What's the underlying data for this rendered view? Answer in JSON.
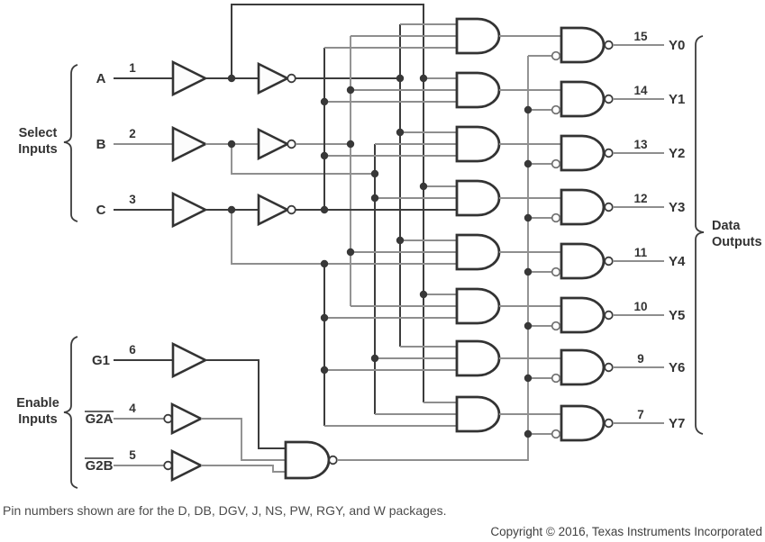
{
  "device": "3-line to 8-line decoder logic diagram",
  "select_inputs": {
    "brace_label": [
      "Select",
      "Inputs"
    ],
    "rows": [
      {
        "name": "A",
        "pin": "1"
      },
      {
        "name": "B",
        "pin": "2"
      },
      {
        "name": "C",
        "pin": "3"
      }
    ]
  },
  "enable_inputs": {
    "brace_label": [
      "Enable",
      "Inputs"
    ],
    "rows": [
      {
        "name": "G1",
        "pin": "6",
        "overline": false
      },
      {
        "name": "G2A",
        "pin": "4",
        "overline": true
      },
      {
        "name": "G2B",
        "pin": "5",
        "overline": true
      }
    ]
  },
  "data_outputs": {
    "brace_label": [
      "Data",
      "Outputs"
    ],
    "rows": [
      {
        "name": "Y0",
        "pin": "15"
      },
      {
        "name": "Y1",
        "pin": "14"
      },
      {
        "name": "Y2",
        "pin": "13"
      },
      {
        "name": "Y3",
        "pin": "12"
      },
      {
        "name": "Y4",
        "pin": "11"
      },
      {
        "name": "Y5",
        "pin": "10"
      },
      {
        "name": "Y6",
        "pin": "9"
      },
      {
        "name": "Y7",
        "pin": "7"
      }
    ]
  },
  "footnote": "Pin numbers shown are for the D, DB, DGV, J, NS, PW, RGY, and W packages.",
  "copyright": "Copyright © 2016, Texas Instruments Incorporated",
  "colors": {
    "wire_dark": "#3c3c3c",
    "wire_gray": "#8e8e8e",
    "gate_outline": "#333333",
    "background": "#ffffff"
  }
}
